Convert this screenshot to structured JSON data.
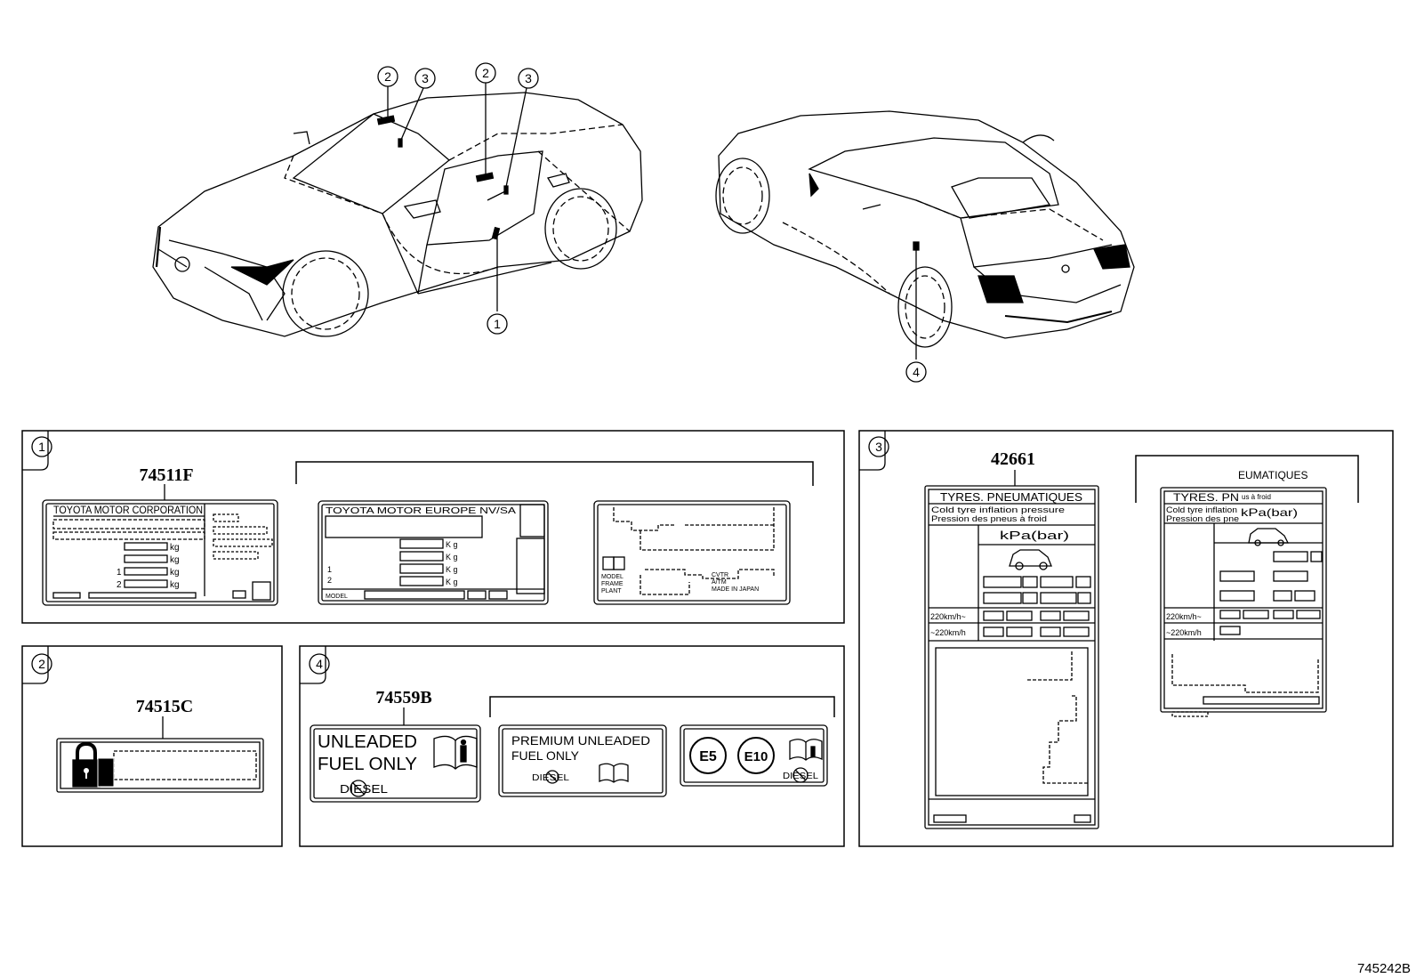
{
  "callouts": {
    "c1": "1",
    "c2": "2",
    "c3": "3",
    "c4": "4"
  },
  "panels": {
    "p1": {
      "num": "1",
      "part": "74511F",
      "label_a": {
        "title": "TOYOTA MOTOR CORPORATION",
        "kg": "kg",
        "r1": "1",
        "r2": "2"
      },
      "label_b": {
        "title": "TOYOTA MOTOR EUROPE NV/SA",
        "k": "K g",
        "model": "MODEL",
        "r1": "1",
        "r2": "2"
      },
      "label_c": {
        "model": "MODEL",
        "frame": "FRAME",
        "plant": "PLANT",
        "cvt": "CVTR",
        "atm": "A/TM",
        "made": "MADE IN JAPAN"
      }
    },
    "p2": {
      "num": "2",
      "part": "74515C"
    },
    "p3": {
      "num": "3",
      "part": "42661",
      "label_a": {
        "title": "TYRES. PNEUMATIQUES",
        "l1": "Cold tyre inflation pressure",
        "l2": "Pression des pneus à froid",
        "unit": "kPa(bar)",
        "s1": "220km/h~",
        "s2": "~220km/h"
      },
      "label_b": {
        "header": "EUMATIQUES",
        "title": "TYRES. PN",
        "sub": "us à froid",
        "l1": "Cold tyre inflation",
        "l2": "Pression des pne",
        "unit": "kPa(bar)",
        "s1": "220km/h~",
        "s2": "~220km/h"
      }
    },
    "p4": {
      "num": "4",
      "part": "74559B",
      "label_a": {
        "l1": "UNLEADED",
        "l2": "FUEL ONLY",
        "diesel": "DIESEL"
      },
      "label_b": {
        "l1": "PREMIUM UNLEADED",
        "l2": "FUEL ONLY",
        "diesel": "DIESEL"
      },
      "label_c": {
        "e5": "E5",
        "e10": "E10",
        "diesel": "DIESEL"
      }
    }
  },
  "figure_id": "745242B"
}
